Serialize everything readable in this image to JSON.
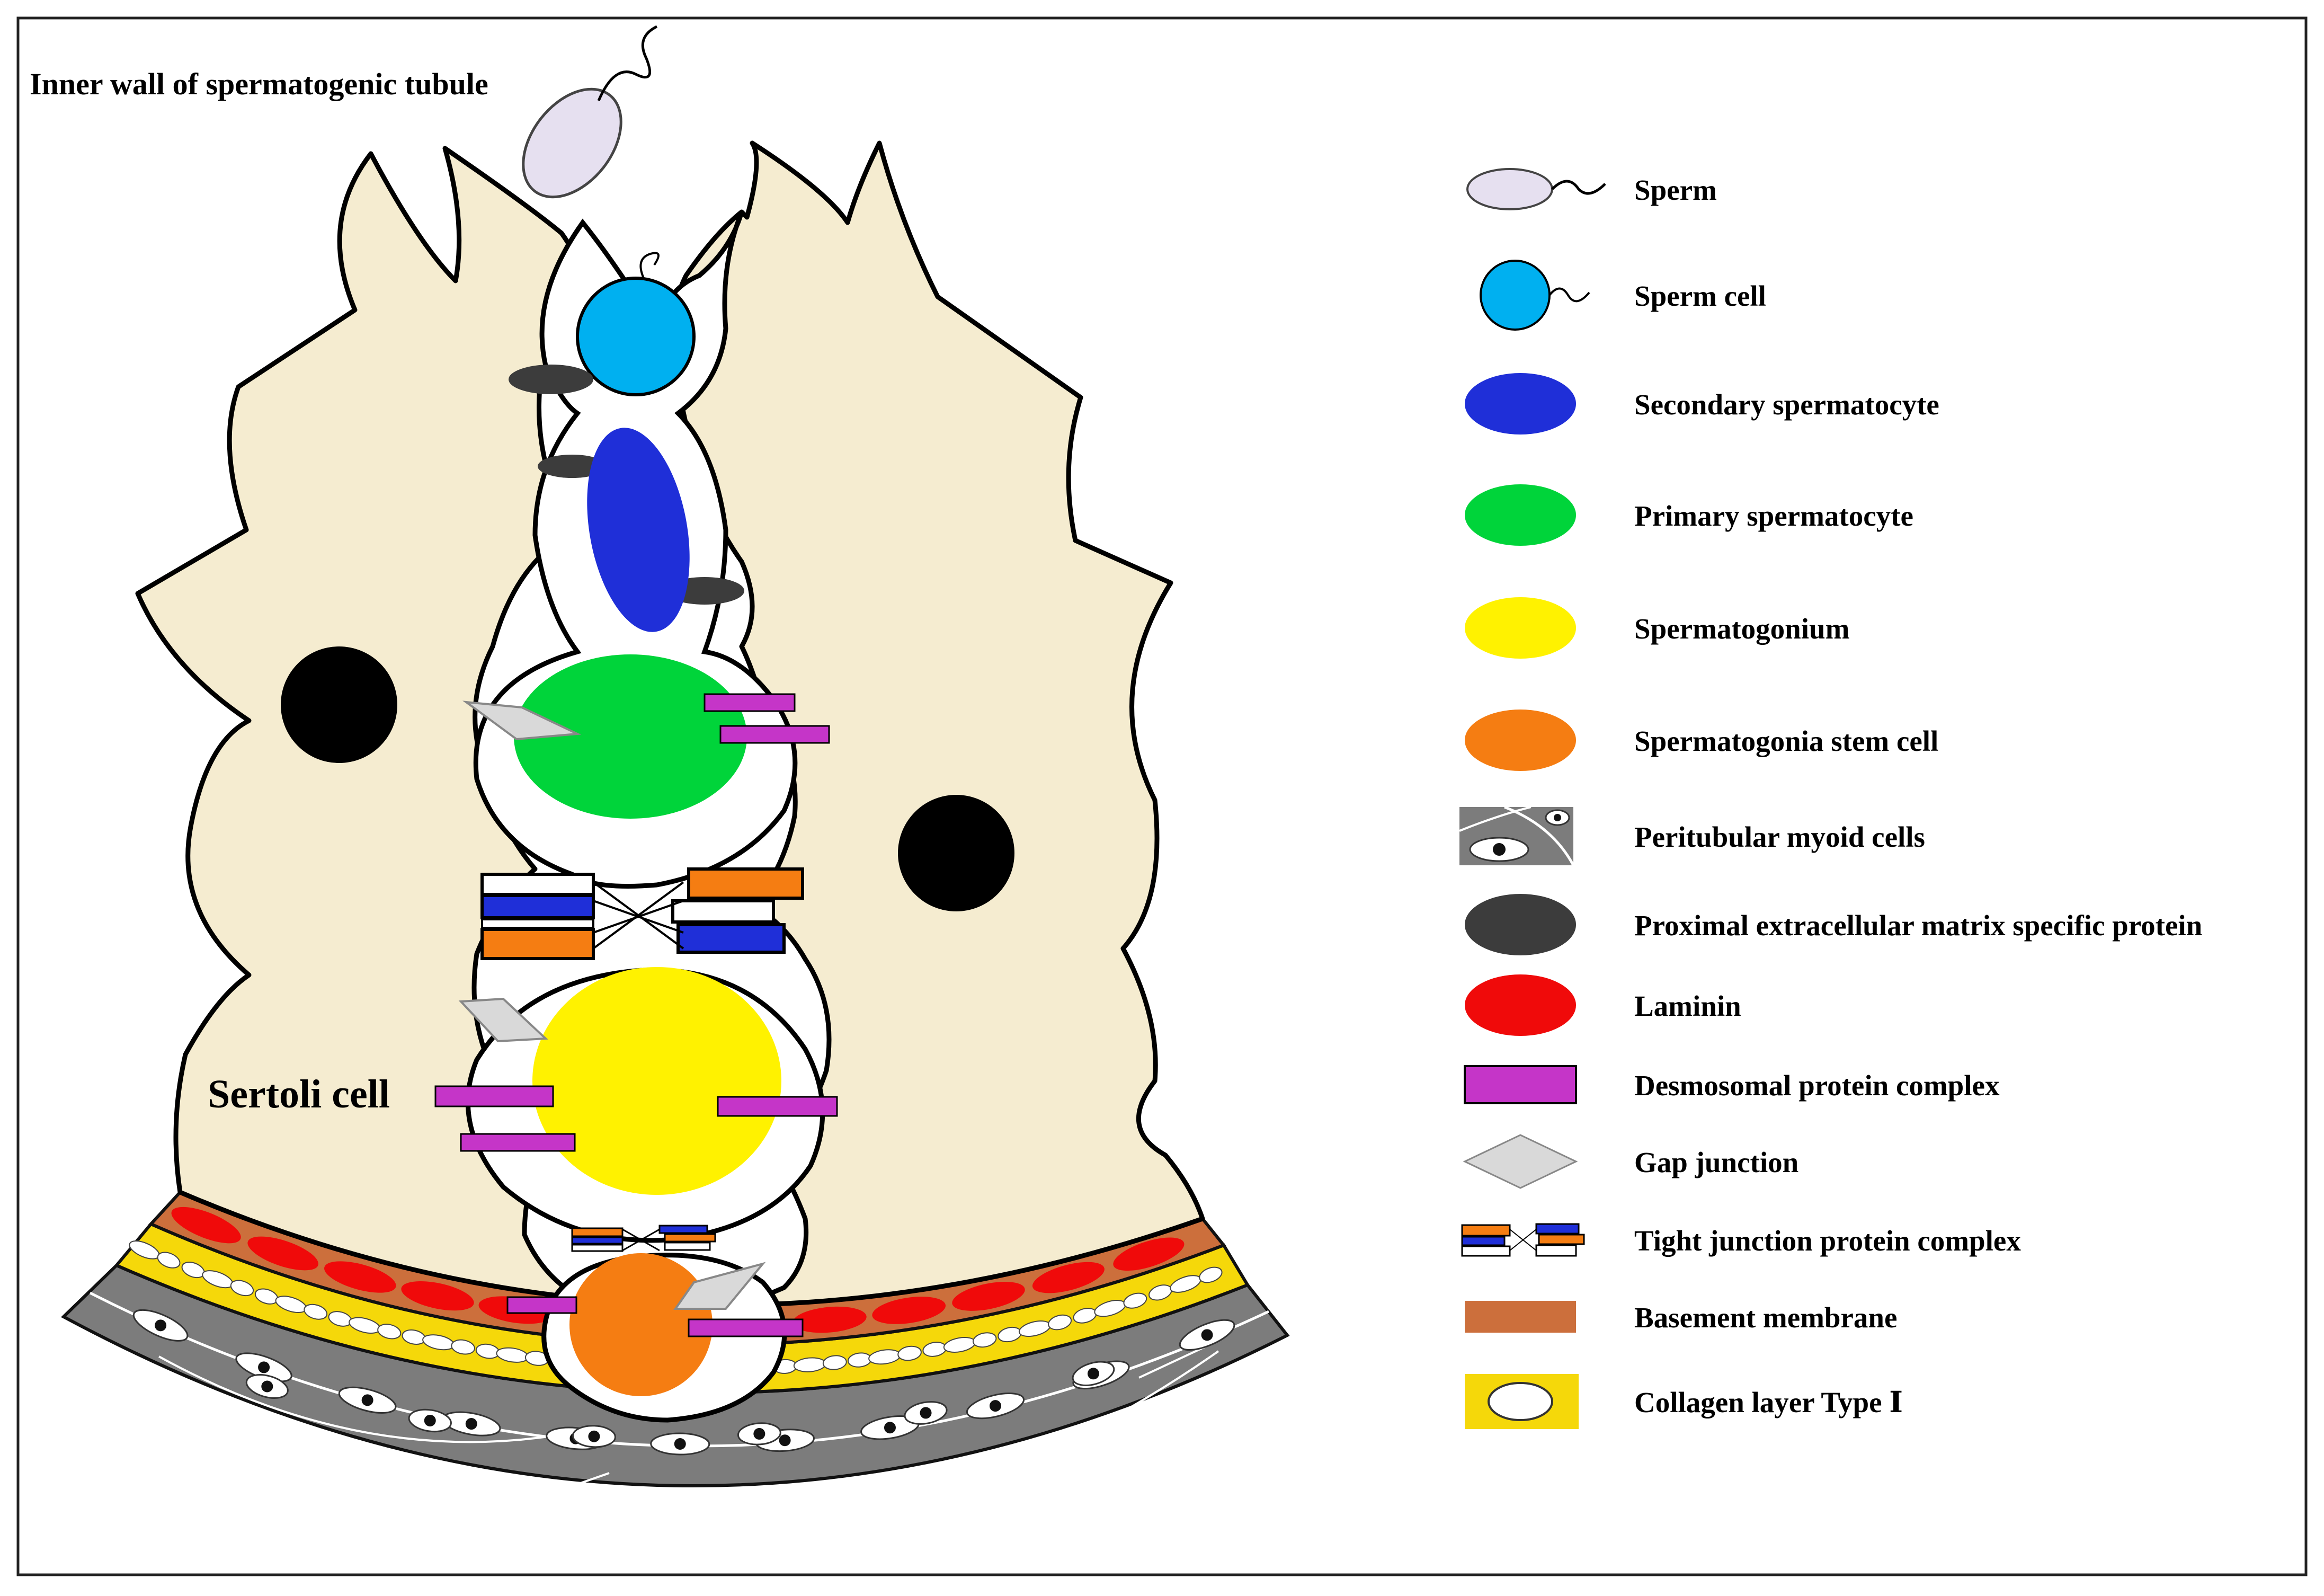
{
  "title": "Inner wall of spermatogenic tubule",
  "sertoli_label": "Sertoli cell",
  "colors": {
    "sertoli": "#f5ecd0",
    "sperm": "#e6e0f0",
    "sperm_cell": "#00b0f0",
    "secondary": "#1f2fd8",
    "primary": "#00d43a",
    "spermatogonium": "#fff200",
    "stem": "#f57d12",
    "ecm": "#3c3c3c",
    "laminin": "#f00a0a",
    "desmosome": "#c535c8",
    "gap": "#d9d9d9",
    "basement": "#cc6f3c",
    "collagen": "#f5d80a",
    "myoid": "#7c7c7c"
  },
  "legend": [
    {
      "key": "sperm",
      "label": "Sperm"
    },
    {
      "key": "sperm_cell",
      "label": "Sperm cell"
    },
    {
      "key": "secondary",
      "label": "Secondary spermatocyte"
    },
    {
      "key": "primary",
      "label": "Primary spermatocyte"
    },
    {
      "key": "spermatogonium",
      "label": "Spermatogonium"
    },
    {
      "key": "stem",
      "label": "Spermatogonia stem cell"
    },
    {
      "key": "myoid",
      "label": "Peritubular myoid cells"
    },
    {
      "key": "ecm",
      "label": "Proximal extracellular matrix specific protein"
    },
    {
      "key": "laminin",
      "label": "Laminin"
    },
    {
      "key": "desmosome",
      "label": "Desmosomal protein complex"
    },
    {
      "key": "gap",
      "label": "Gap junction"
    },
    {
      "key": "tight",
      "label": "Tight junction protein complex"
    },
    {
      "key": "basement",
      "label": "Basement membrane"
    },
    {
      "key": "collagen",
      "label": "Collagen layer Type Ⅰ"
    }
  ]
}
